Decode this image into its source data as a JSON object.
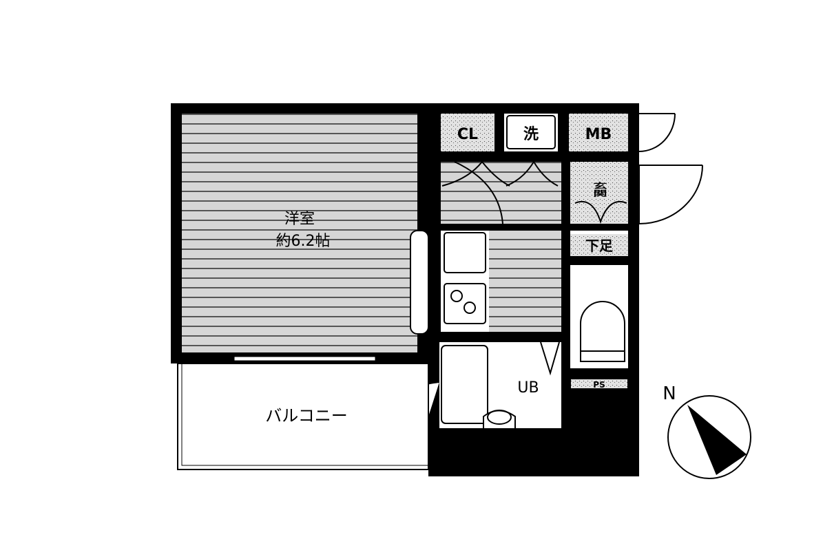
{
  "floorplan": {
    "rooms": {
      "western_room": "洋室",
      "western_room_size": "約6.2帖",
      "closet": "CL",
      "washer": "洗",
      "meter_box": "MB",
      "entrance": "玄関",
      "shoe_storage": "下足",
      "unit_bath": "UB",
      "pipe_space": "PS",
      "balcony": "バルコニー"
    },
    "compass_label": "N"
  },
  "colors": {
    "wall": "#000000",
    "floor": "#d8d8d8",
    "background": "#ffffff"
  }
}
